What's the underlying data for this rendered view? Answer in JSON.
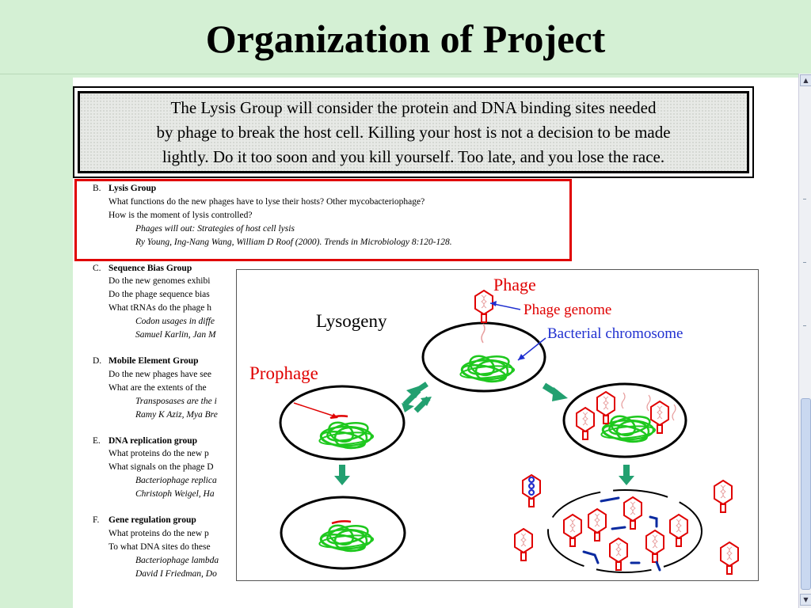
{
  "slide_title": "Organization of Project",
  "quote_lines": [
    "The Lysis Group will consider the protein and DNA binding sites needed",
    "by phage to break the host cell. Killing your host is not a decision to be made",
    "lightly. Do it too soon and you kill yourself. Too late, and you lose the race."
  ],
  "outline": [
    {
      "letter": "B.",
      "heading": "Lysis Group",
      "questions": [
        "What functions do the new phages have to lyse their hosts? Other mycobacteriophage?",
        "How is the moment of lysis controlled?"
      ],
      "refs": [
        "Phages will out: Strategies of host cell lysis",
        "Ry Young, Ing-Nang Wang, William D Roof (2000). Trends in Microbiology 8:120-128."
      ]
    },
    {
      "letter": "C.",
      "heading": "Sequence Bias Group",
      "questions": [
        "Do the new genomes exhibi",
        "Do the phage sequence bias",
        "What tRNAs do the phage h"
      ],
      "refs": [
        "Codon usages in diffe",
        "Samuel Karlin, Jan M"
      ]
    },
    {
      "letter": "D.",
      "heading": "Mobile Element Group",
      "questions": [
        "Do the new phages have see",
        "What are the extents of the"
      ],
      "refs": [
        "Transposases are the i",
        "Ramy K Aziz, Mya Bre"
      ]
    },
    {
      "letter": "E.",
      "heading": "DNA replication group",
      "questions": [
        "What proteins do the new p",
        "What signals on the phage D"
      ],
      "refs": [
        "Bacteriophage replica",
        "Christoph Weigel, Ha"
      ]
    },
    {
      "letter": "F.",
      "heading": "Gene regulation group",
      "questions": [
        "What proteins do the new p",
        "To what DNA sites do these"
      ],
      "refs": [
        "Bacteriophage lambda",
        "David I Friedman, Do"
      ]
    }
  ],
  "diagram": {
    "labels": {
      "phage": "Phage",
      "phage_genome": "Phage genome",
      "bacterial_chromosome": "Bacterial chromosome",
      "lysogeny": "Lysogeny",
      "prophage": "Prophage"
    },
    "colors": {
      "phage_red": "#e00000",
      "chromosome_green": "#1ec81e",
      "arrow_green": "#22a070",
      "annotation_blue": "#1f2fd0",
      "dna_fragment_blue": "#0a2aa0"
    }
  },
  "scrollbar": {
    "up_icon": "scroll-up-arrow-icon",
    "down_icon": "scroll-down-arrow-icon"
  }
}
